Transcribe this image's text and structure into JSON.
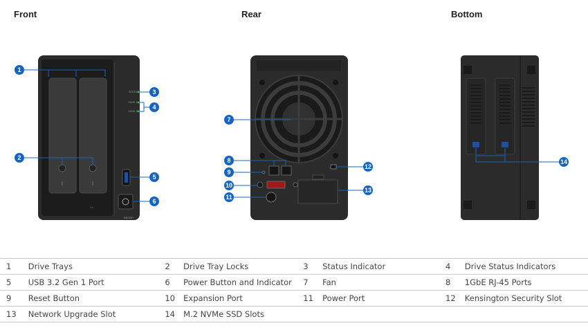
{
  "views": {
    "front": "Front",
    "rear": "Rear",
    "bottom": "Bottom"
  },
  "device_print": {
    "status_label": "STATUS",
    "disk1_label": "DISK 1",
    "disk2_label": "DISK 2",
    "model_label": "DS723+"
  },
  "callouts": [
    "1",
    "2",
    "3",
    "4",
    "5",
    "6",
    "7",
    "8",
    "9",
    "10",
    "11",
    "12",
    "13",
    "14"
  ],
  "legend": [
    [
      {
        "n": "1",
        "label": "Drive Trays"
      },
      {
        "n": "2",
        "label": "Drive Tray Locks"
      },
      {
        "n": "3",
        "label": "Status Indicator"
      },
      {
        "n": "4",
        "label": "Drive Status Indicators"
      }
    ],
    [
      {
        "n": "5",
        "label": "USB 3.2 Gen 1 Port"
      },
      {
        "n": "6",
        "label": "Power Button and Indicator"
      },
      {
        "n": "7",
        "label": "Fan"
      },
      {
        "n": "8",
        "label": "1GbE RJ-45 Ports"
      }
    ],
    [
      {
        "n": "9",
        "label": "Reset Button"
      },
      {
        "n": "10",
        "label": "Expansion Port"
      },
      {
        "n": "11",
        "label": "Power Port"
      },
      {
        "n": "12",
        "label": "Kensington Security Slot"
      }
    ],
    [
      {
        "n": "13",
        "label": "Network Upgrade Slot"
      },
      {
        "n": "14",
        "label": "M.2 NVMe SSD Slots"
      }
    ]
  ],
  "colors": {
    "callout_blue": "#1565c0",
    "device_body": "#2e2e2e",
    "led_green": "#3fb950"
  }
}
